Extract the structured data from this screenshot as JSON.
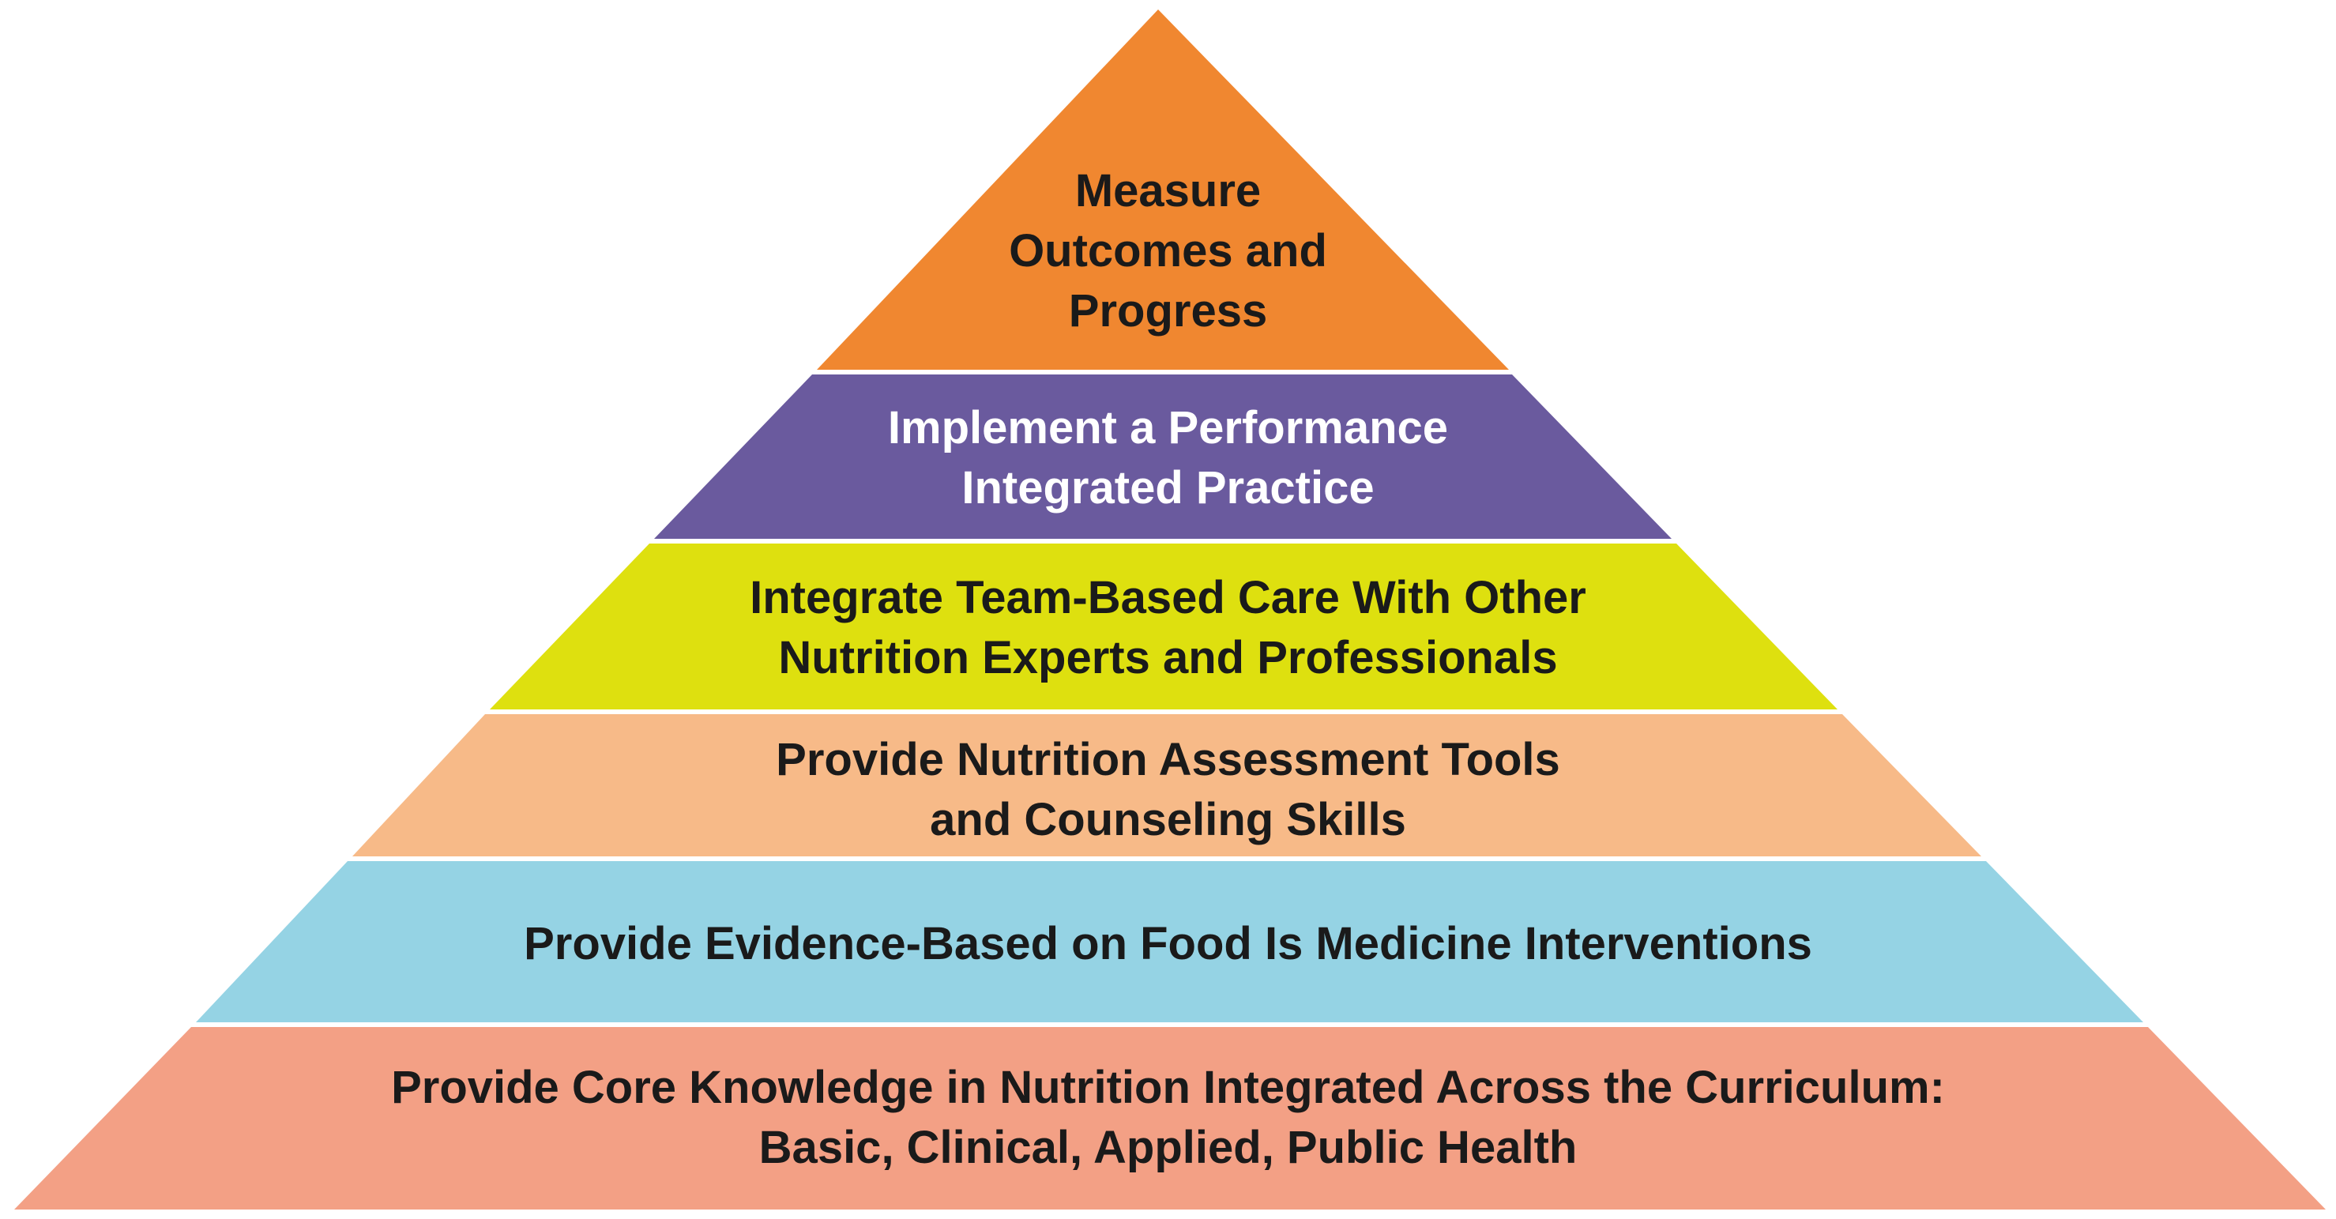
{
  "pyramid": {
    "tiers": [
      {
        "lines": [
          "Measure",
          "Outcomes and",
          "Progress"
        ],
        "fill": "#F08730",
        "text_color": "#1a1a1a"
      },
      {
        "lines": [
          "Implement a Performance",
          "Integrated Practice"
        ],
        "fill": "#6A5A9E",
        "text_color": "#ffffff"
      },
      {
        "lines": [
          "Integrate Team-Based Care With Other",
          "Nutrition Experts and Professionals"
        ],
        "fill": "#DEE00F",
        "text_color": "#1a1a1a"
      },
      {
        "lines": [
          "Provide Nutrition Assessment Tools",
          "and Counseling Skills"
        ],
        "fill": "#F7BA88",
        "text_color": "#1a1a1a"
      },
      {
        "lines": [
          "Provide Evidence-Based on Food Is Medicine Interventions"
        ],
        "fill": "#95D3E4",
        "text_color": "#1a1a1a"
      },
      {
        "lines": [
          "Provide Core Knowledge in Nutrition Integrated Across the Curriculum:",
          "Basic, Clinical, Applied, Public Health"
        ],
        "fill": "#F3A085",
        "text_color": "#1a1a1a"
      }
    ]
  }
}
